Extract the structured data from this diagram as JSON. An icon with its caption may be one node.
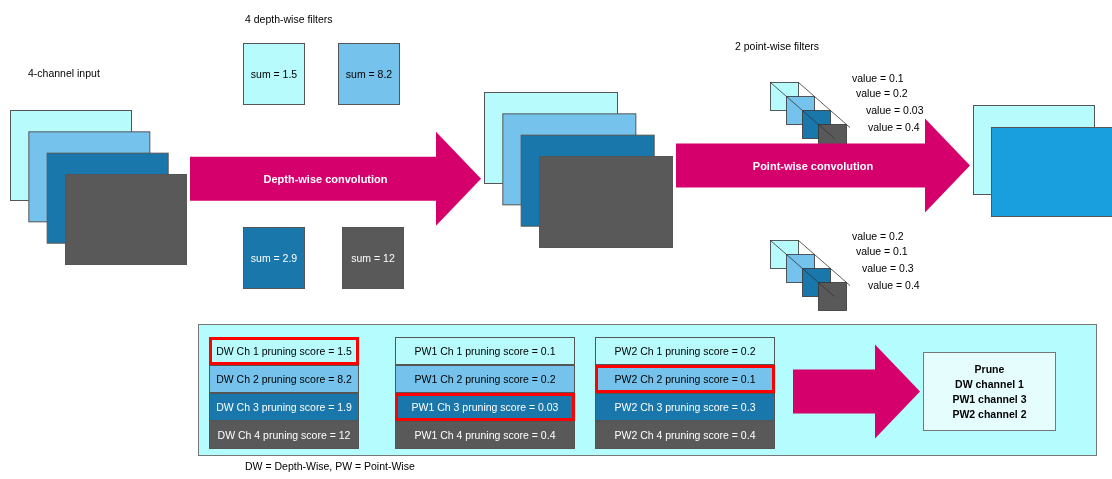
{
  "diagram": {
    "nodes": [
      {
        "text": [],
        "shape": "box",
        "beside": [
          "4-channel input"
        ]
      },
      {
        "text": [
          "sum = 1.5"
        ]
      },
      {
        "text": [
          "sum = 8.2"
        ]
      },
      {
        "text": [
          "sum = 2.9"
        ]
      },
      {
        "text": [
          "sum = 12"
        ]
      },
      {
        "text": [],
        "shape": "box"
      },
      {
        "text": [],
        "shape": "box",
        "beside": [
          "value = 0.1",
          "value = 0.2",
          "value = 0.03",
          "value = 0.4"
        ]
      },
      {
        "text": [],
        "shape": "box",
        "beside": [
          "value = 0.2",
          "value = 0.1",
          "value = 0.3",
          "value = 0.4"
        ]
      },
      {
        "text": [],
        "shape": "box"
      },
      {
        "text": [],
        "shape": "box"
      },
      {
        "text": [
          "DW Ch 1 pruning score = 1.5"
        ],
        "in": 9
      },
      {
        "text": [
          "DW Ch 2 pruning score = 8.2"
        ],
        "in": 9
      },
      {
        "text": [
          "DW Ch 3 pruning score = 1.9"
        ],
        "in": 9
      },
      {
        "text": [
          "DW Ch 4 pruning score = 12"
        ],
        "in": 9
      },
      {
        "text": [
          "PW1 Ch 1 pruning score = 0.1"
        ],
        "in": 9
      },
      {
        "text": [
          "PW1 Ch 2 pruning score = 0.2"
        ],
        "in": 9
      },
      {
        "text": [
          "PW1 Ch 3 pruning score = 0.03"
        ],
        "in": 9
      },
      {
        "text": [
          "PW1 Ch 4 pruning score = 0.4"
        ],
        "in": 9
      },
      {
        "text": [
          "PW2 Ch 1 pruning score = 0.2"
        ],
        "in": 9
      },
      {
        "text": [
          "PW2 Ch 2 pruning score = 0.1"
        ],
        "in": 9
      },
      {
        "text": [
          "PW2 Ch 3 pruning score = 0.3"
        ],
        "in": 9
      },
      {
        "text": [
          "PW2 Ch 4 pruning score = 0.4"
        ],
        "in": 9
      },
      {
        "text": [
          "Prune",
          "DW channel 1",
          "PW1 channel 3",
          "PW2 channel 2"
        ],
        "in": 9
      }
    ],
    "edges": [
      {
        "from": 0,
        "to": 5,
        "arrow": "to",
        "label": "Depth-wise convolution"
      },
      {
        "from": 5,
        "to": 8,
        "arrow": "to",
        "label": "Point-wise convolution"
      },
      {
        "from": null,
        "to": 22,
        "arrow": "to"
      }
    ],
    "labels": [
      "4 depth-wise filters",
      "2 point-wise filters",
      "DW = Depth-Wise, PW = Point-Wise"
    ]
  }
}
